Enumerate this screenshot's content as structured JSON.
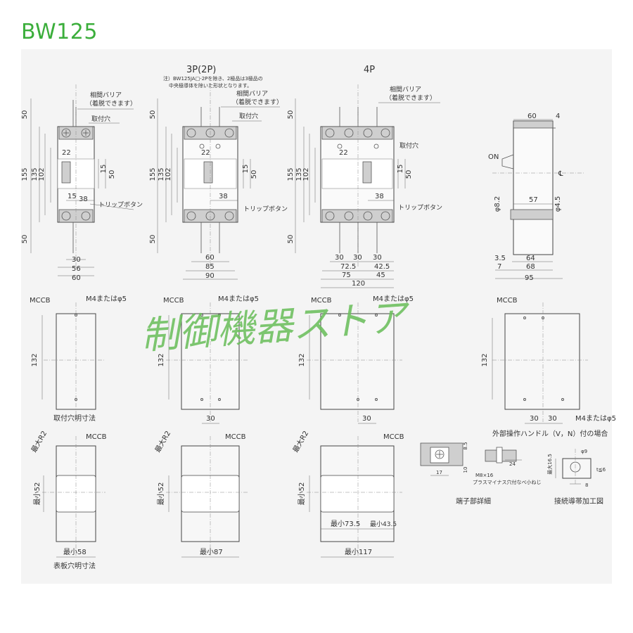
{
  "title": "BW125",
  "watermark": "制御機器ストア",
  "labels": {
    "view_3p": "3P(2P)",
    "view_4p": "4P",
    "note_line1": "注）BW125JA□-2Pを除き、2極品は3極品の",
    "note_line2": "中央極導体を除いた形状となります。",
    "barrier_1": "相間バリア",
    "barrier_2": "（着脱できます）",
    "mount_hole": "取付穴",
    "trip_button": "トリップボタン",
    "on": "ON",
    "mccb": "MCCB",
    "m4_phi5": "M4またはφ5",
    "drill_caption": "取付穴明寸法",
    "external_handle": "外部操作ハンドル（V，N）付の場合",
    "max_r2": "最大R2",
    "min52": "最小52",
    "min58": "最小58",
    "min87": "最小87",
    "min117": "最小117",
    "min73_5": "最小73.5",
    "min43_5": "最小43.5",
    "panel_caption": "表板穴明寸法",
    "terminal_caption": "端子部詳細",
    "conductor_caption": "接続導帯加工図",
    "screw_1": "M8×16",
    "screw_2": "プラスマイナス穴付なべ小ねじ",
    "cl": "℄"
  },
  "dims": {
    "h50": "50",
    "h155": "155",
    "h135": "135",
    "h102": "102",
    "d22": "22",
    "d15": "15",
    "d38": "38",
    "d30": "30",
    "d56": "56",
    "d60": "60",
    "d85": "85",
    "d90": "90",
    "d72_5": "72.5",
    "d42_5": "42.5",
    "d75": "75",
    "d45": "45",
    "d120": "120",
    "d4": "4",
    "d8_2": "φ8.2",
    "d57": "57",
    "d4_5": "φ4.5",
    "d3_5": "3.5",
    "d7": "7",
    "d64": "64",
    "d68": "68",
    "d95": "95",
    "d132": "132",
    "t8_5": "8.5",
    "t17": "17",
    "t10": "10",
    "t24": "24",
    "c9": "φ9",
    "c16_5": "最大16.5",
    "c6": "t≦6",
    "c8": "8"
  }
}
